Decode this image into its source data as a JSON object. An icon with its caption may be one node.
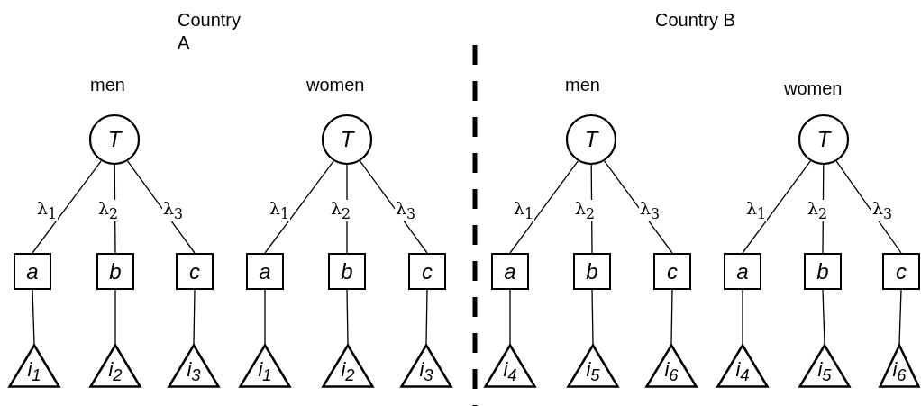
{
  "diagram": {
    "nodes": [
      {
        "text": [
          "T"
        ]
      },
      {
        "text": [
          "a"
        ]
      },
      {
        "text": [
          "b"
        ]
      },
      {
        "text": [
          "c"
        ]
      },
      {
        "text": [
          "i$_{1}$"
        ]
      },
      {
        "text": [
          "i$_{2}$"
        ]
      },
      {
        "text": [
          "i$_{3}$"
        ]
      },
      {
        "text": [
          "T"
        ]
      },
      {
        "text": [
          "a"
        ]
      },
      {
        "text": [
          "b"
        ]
      },
      {
        "text": [
          "c"
        ]
      },
      {
        "text": [
          "i$_{1}$"
        ]
      },
      {
        "text": [
          "i$_{2}$"
        ]
      },
      {
        "text": [
          "i$_{3}$"
        ]
      },
      {
        "text": [
          "T"
        ]
      },
      {
        "text": [
          "a"
        ]
      },
      {
        "text": [
          "b"
        ]
      },
      {
        "text": [
          "c"
        ]
      },
      {
        "text": [
          "i$_{4}$"
        ]
      },
      {
        "text": [
          "i$_{5}$"
        ]
      },
      {
        "text": [
          "i$_{6}$"
        ]
      },
      {
        "text": [
          "T"
        ]
      },
      {
        "text": [
          "a"
        ]
      },
      {
        "text": [
          "b"
        ]
      },
      {
        "text": [
          "c"
        ]
      },
      {
        "text": [
          "i$_{4}$"
        ]
      },
      {
        "text": [
          "i$_{5}$"
        ]
      },
      {
        "text": [
          "i$_{6}$"
        ]
      }
    ],
    "edges": [
      {
        "from": 0,
        "to": 1,
        "arrow": "none",
        "label": "λ$_{1}$"
      },
      {
        "from": 0,
        "to": 2,
        "arrow": "none",
        "label": "λ$_{2}$"
      },
      {
        "from": 0,
        "to": 3,
        "arrow": "none",
        "label": "λ$_{3}$"
      },
      {
        "from": 1,
        "to": 4,
        "arrow": "none"
      },
      {
        "from": 2,
        "to": 5,
        "arrow": "none"
      },
      {
        "from": 3,
        "to": 6,
        "arrow": "none"
      },
      {
        "from": 7,
        "to": 8,
        "arrow": "none",
        "label": "λ$_{1}$"
      },
      {
        "from": 7,
        "to": 9,
        "arrow": "none",
        "label": "λ$_{2}$"
      },
      {
        "from": 7,
        "to": 10,
        "arrow": "none",
        "label": "λ$_{3}$"
      },
      {
        "from": 8,
        "to": 11,
        "arrow": "none"
      },
      {
        "from": 9,
        "to": 12,
        "arrow": "none"
      },
      {
        "from": 10,
        "to": 13,
        "arrow": "none"
      },
      {
        "from": 14,
        "to": 15,
        "arrow": "none",
        "label": "λ$_{1}$"
      },
      {
        "from": 14,
        "to": 16,
        "arrow": "none",
        "label": "λ$_{2}$"
      },
      {
        "from": 14,
        "to": 17,
        "arrow": "none",
        "label": "λ$_{3}$"
      },
      {
        "from": 15,
        "to": 18,
        "arrow": "none"
      },
      {
        "from": 16,
        "to": 19,
        "arrow": "none"
      },
      {
        "from": 17,
        "to": 20,
        "arrow": "none"
      },
      {
        "from": 21,
        "to": 22,
        "arrow": "none",
        "label": "λ$_{1}$"
      },
      {
        "from": 21,
        "to": 23,
        "arrow": "none",
        "label": "λ$_{2}$"
      },
      {
        "from": 21,
        "to": 24,
        "arrow": "none",
        "label": "λ$_{3}$"
      },
      {
        "from": 22,
        "to": 25,
        "arrow": "none"
      },
      {
        "from": 23,
        "to": 26,
        "arrow": "none"
      },
      {
        "from": 24,
        "to": 27,
        "arrow": "none"
      }
    ],
    "labels": [
      "Country A",
      "Country B",
      "men",
      "women",
      "men",
      "women"
    ]
  }
}
